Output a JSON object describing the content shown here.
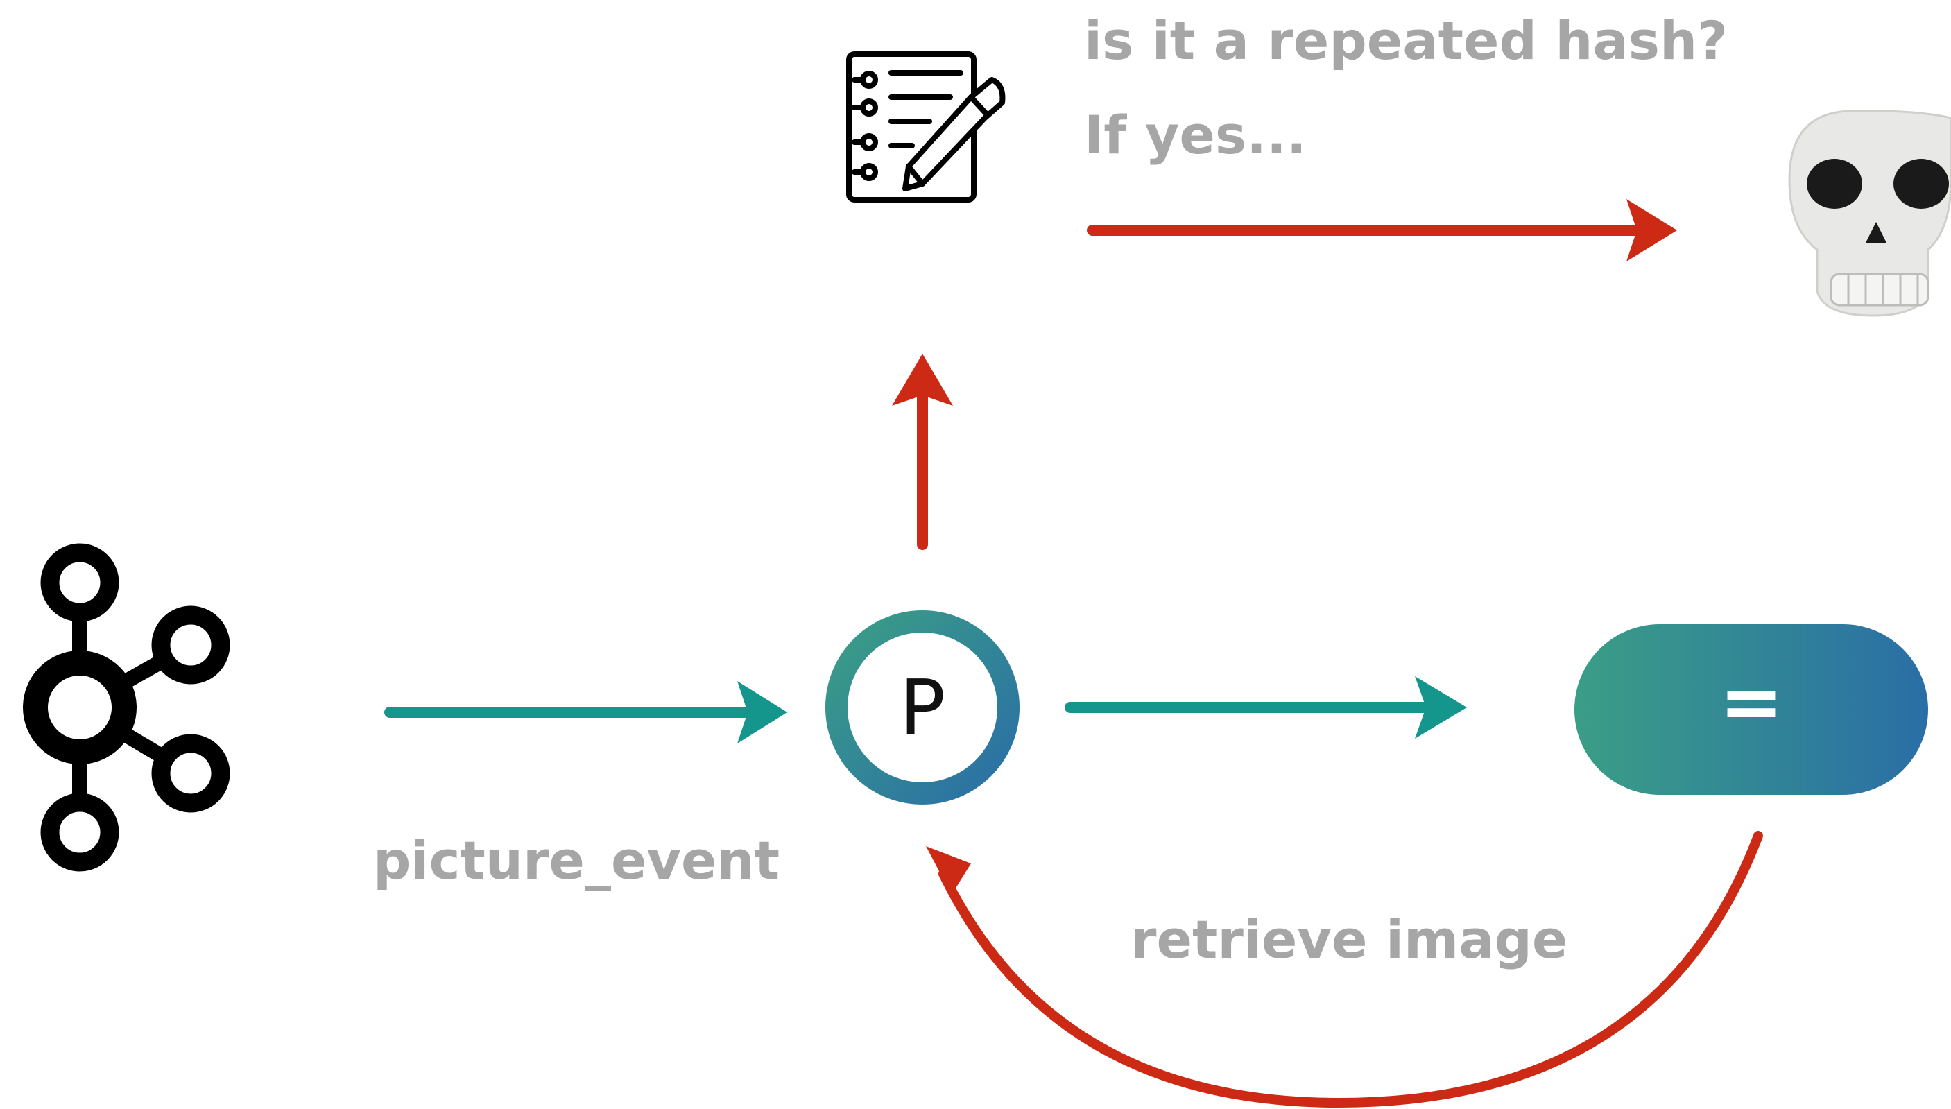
{
  "diagram": {
    "question_text": "is it a repeated hash?",
    "condition_text": "If yes...",
    "event_label": "picture_event",
    "retrieve_label": "retrieve image",
    "processor_letter": "P",
    "storage_symbol": "="
  },
  "icons": {
    "kafka": "kafka-logo-icon",
    "notes": "notepad-pencil-icon",
    "skull": "skull-icon",
    "processor": "processor-circle-icon",
    "storage": "storage-pill-icon"
  },
  "colors": {
    "teal_arrow": "#14968c",
    "red_arrow": "#cc2a14",
    "label_gray": "#a6a6a6",
    "gradient_start": "#3a9e86",
    "gradient_end": "#2a6ea6"
  }
}
